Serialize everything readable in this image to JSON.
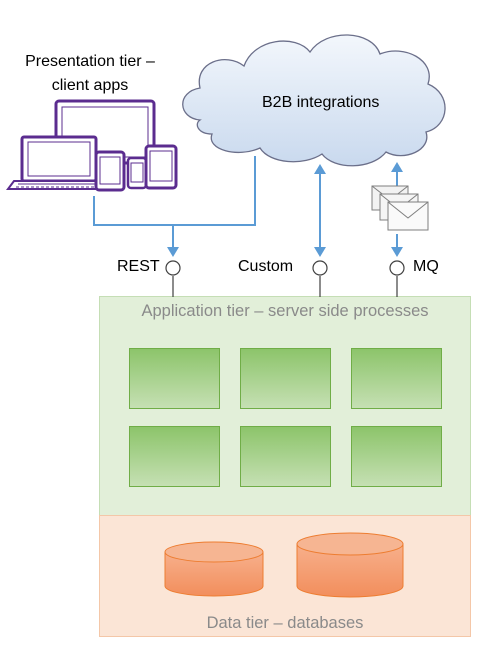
{
  "presentation_label": [
    "Presentation tier –",
    "client apps"
  ],
  "b2b_label": "B2B integrations",
  "interfaces": {
    "rest": "REST",
    "custom": "Custom",
    "mq": "MQ"
  },
  "application_tier_label": "Application tier – server side processes",
  "data_tier_label": "Data tier – databases",
  "colors": {
    "connector": "#5b9bd5",
    "device_stroke": "#5b2c8f",
    "cloud_fill": "#dde8f6",
    "cloud_stroke": "#6a6a8a",
    "app_tier_fill": "#e2efd9",
    "app_tier_stroke": "#c5deb5",
    "process_fill": "#a9d18e",
    "process_stroke": "#70ad47",
    "data_tier_fill": "#fbe5d6",
    "data_tier_stroke": "#f4c7a8",
    "db_fill": "#f4a582",
    "db_stroke": "#ed7d31"
  },
  "icons": [
    "devices-icon",
    "cloud-icon",
    "envelope-icon",
    "database-icon"
  ]
}
